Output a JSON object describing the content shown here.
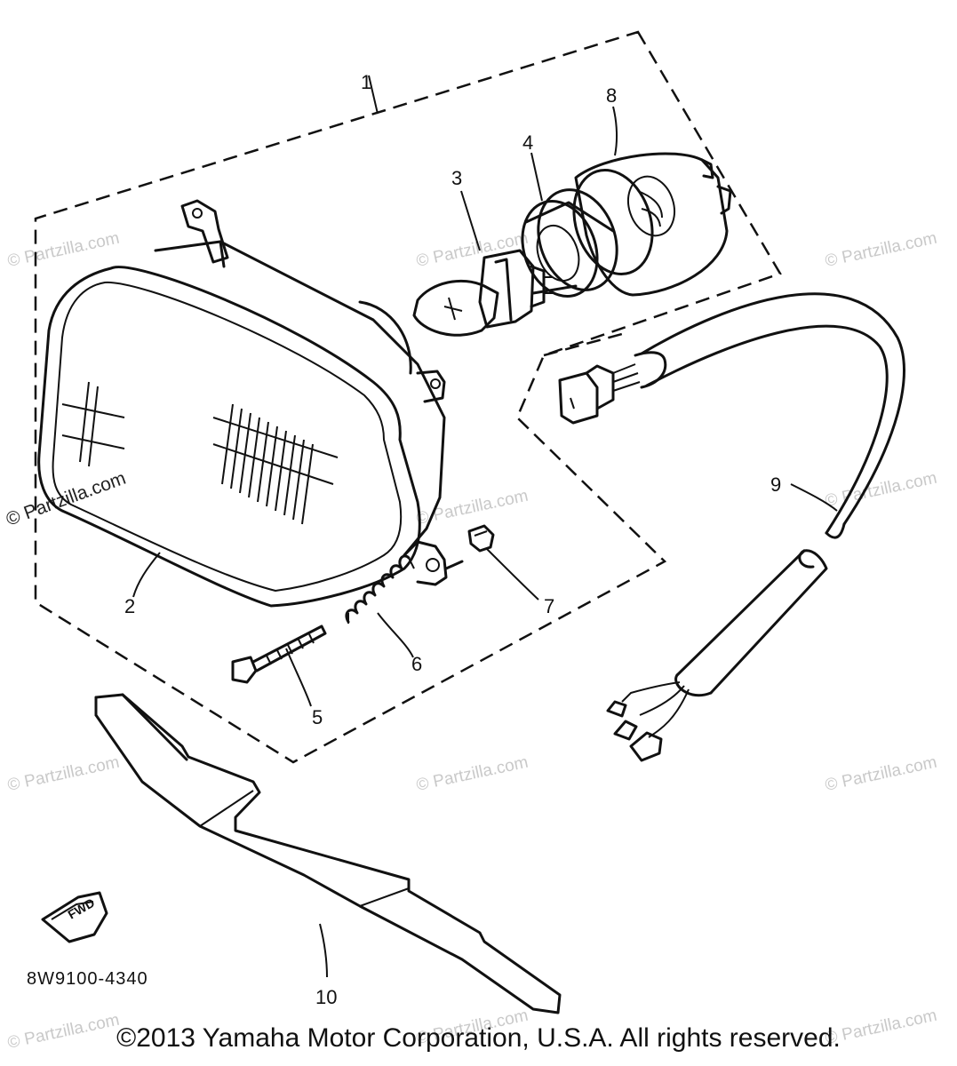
{
  "callouts": [
    "1",
    "2",
    "3",
    "4",
    "5",
    "6",
    "7",
    "8",
    "9",
    "10"
  ],
  "diagram_code": "8W9100-4340",
  "fwd_label": "FWD",
  "watermark": "© Partzilla.com",
  "copyright": "©2013  Yamaha Motor Corporation, U.S.A. All rights reserved."
}
